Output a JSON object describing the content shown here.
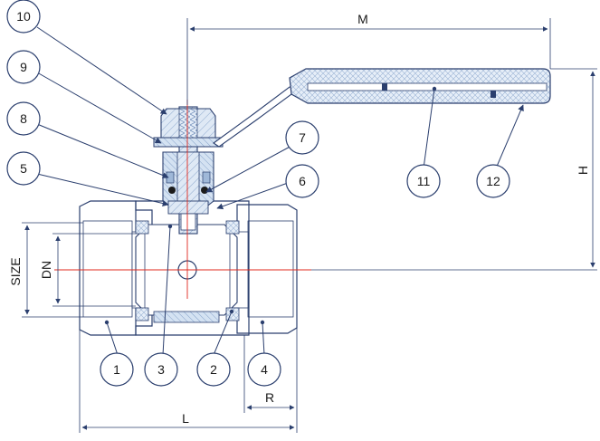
{
  "dimensions": {
    "m": "M",
    "h": "H",
    "size": "SIZE",
    "dn": "DN",
    "l": "L",
    "r": "R"
  },
  "callouts": [
    "1",
    "2",
    "3",
    "4",
    "5",
    "6",
    "7",
    "8",
    "9",
    "10",
    "11",
    "12"
  ],
  "colors": {
    "line": "#2b3f6e",
    "hatch_light": "#c9d9ec",
    "hatch_mid": "#9fb8d8",
    "axis": "#e0281e",
    "handle_fill": "#e6eef8"
  }
}
